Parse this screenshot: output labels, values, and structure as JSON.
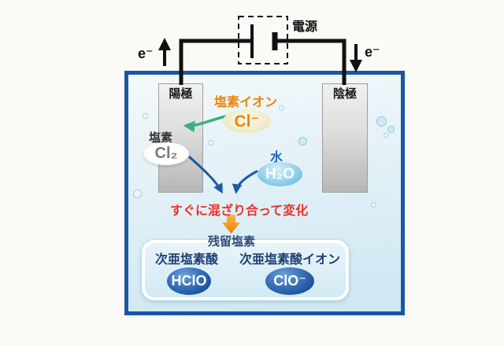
{
  "circuit": {
    "power_source_label": "電源",
    "electron_label_left": "e⁻",
    "electron_label_right": "e⁻"
  },
  "electrodes": {
    "anode_label": "陽極",
    "cathode_label": "陰極"
  },
  "species": {
    "chloride_ion": {
      "name": "塩素イオン",
      "formula": "Cl⁻"
    },
    "chlorine": {
      "name": "塩素",
      "formula": "Cl₂"
    },
    "water": {
      "name": "水",
      "formula": "H₂O"
    },
    "hypochlorous_acid": {
      "name": "次亜塩素酸",
      "formula": "HClO"
    },
    "hypochlorite_ion": {
      "name": "次亜塩素酸イオン",
      "formula": "ClO⁻"
    }
  },
  "process": {
    "mix_caption": "すぐに混ざり合って変化",
    "result_label": "残留塩素"
  },
  "colors": {
    "tank_border": "#1a56a3",
    "water_top": "#f3f9fa",
    "water_bottom": "#cde7f2",
    "chloride_accent": "#f08300",
    "mix_caption_red": "#e8332a",
    "deep_blue_ellipse": "#1b4f9e",
    "water_ellipse_blue": "#74c0e2",
    "arrow_green": "#3fae7e",
    "arrow_blue": "#1b5aa5",
    "arrow_orange": "#f5921e",
    "wire_black": "#111111"
  }
}
